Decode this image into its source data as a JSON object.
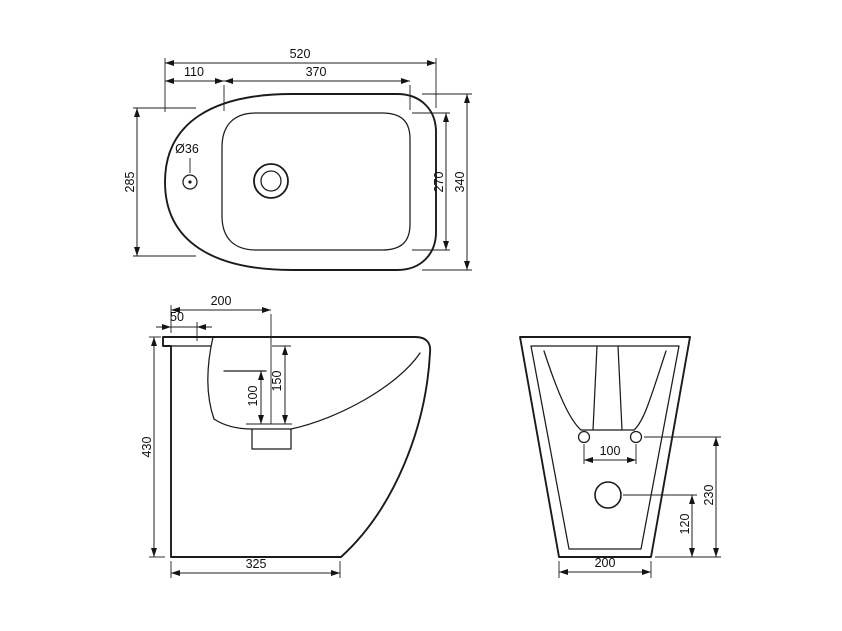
{
  "drawing": {
    "product": "bidet",
    "top_view": {
      "overall_width": "520",
      "rear_offset": "110",
      "basin_length": "370",
      "rear_depth": "285",
      "overall_depth": "340",
      "basin_depth": "270",
      "tap_hole": "Ø36"
    },
    "side_view": {
      "drain_setback": "200",
      "rear_ledge": "50",
      "overall_height": "430",
      "rim_to_bowl_base": "150",
      "bowl_inner_depth": "100",
      "base_depth": "325"
    },
    "rear_view": {
      "fixing_hole_centres": "100",
      "fixing_hole_height": "230",
      "outlet_height": "120",
      "base_width": "200"
    }
  }
}
